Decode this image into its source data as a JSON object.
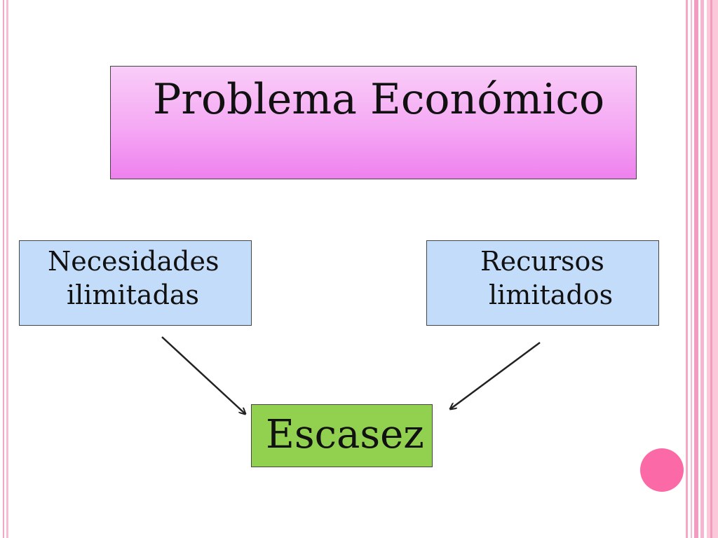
{
  "title": "Problema Económico",
  "left_box": {
    "line1": "Necesidades",
    "line2": "ilimitadas"
  },
  "right_box": {
    "line1": "Recursos",
    "line2": "limitados"
  },
  "result": "Escasez",
  "colors": {
    "title_fill_top": "#f9cdf8",
    "title_fill_bottom": "#ee80ee",
    "blue_fill": "#c3dcfa",
    "green_fill": "#92d050",
    "accent_pink": "#fb6aa6"
  }
}
